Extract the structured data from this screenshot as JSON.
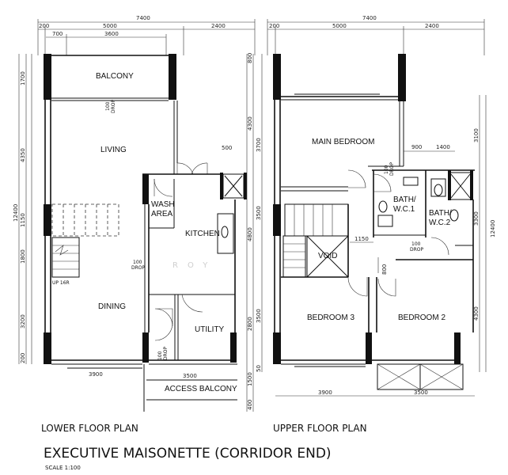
{
  "lower": {
    "rooms": {
      "balcony": "BALCONY",
      "living": "LIVING",
      "wash": "WASH",
      "area": "AREA",
      "kitchen": "KITCHEN",
      "dining": "DINING",
      "utility": "UTILITY",
      "access_balcony": "ACCESS BALCONY"
    },
    "notes": {
      "drop1": "100",
      "drop1b": "DROP",
      "drop2": "100",
      "drop2b": "DROP",
      "drop3": "100",
      "drop3b": "DROP",
      "up": "UP 16R"
    },
    "dims_top": {
      "total": "7400",
      "a": "200",
      "b": "5000",
      "c": "2400",
      "d": "700",
      "e": "3600"
    },
    "dims_left": {
      "d1": "1700",
      "d2": "4350",
      "d3": "1150",
      "d4": "1800",
      "d5": "3200",
      "d6": "200",
      "total": "12400"
    },
    "dims_mid": {
      "m1": "800",
      "m2": "4300",
      "m3": "500",
      "m4": "4800",
      "m5": "2800",
      "m6": "1500",
      "m7": "400"
    },
    "dims_bottom": {
      "b1": "3900",
      "b2": "3500"
    },
    "caption": "LOWER FLOOR PLAN"
  },
  "upper": {
    "rooms": {
      "main_bedroom": "MAIN BEDROOM",
      "bath1a": "BATH/",
      "bath1b": "W.C.1",
      "bath2a": "BATH/",
      "bath2b": "W.C.2",
      "void": "VOID",
      "bedroom3": "BEDROOM 3",
      "bedroom2": "BEDROOM 2"
    },
    "notes": {
      "drop1": "100",
      "drop1b": "DROP",
      "drop2": "100",
      "drop2b": "DROP"
    },
    "dims_top": {
      "total": "7400",
      "a": "200",
      "b": "5000",
      "c": "2400"
    },
    "dims_inner": {
      "i1": "900",
      "i2": "1400",
      "i3": "1150",
      "i4": "800"
    },
    "dims_left": {
      "d1": "3700",
      "d2": "3500",
      "d3": "3500",
      "d4": "50"
    },
    "dims_right": {
      "r1": "3100",
      "r2": "3300",
      "r3": "4300",
      "r4": "12400"
    },
    "dims_bottom": {
      "b1": "3900",
      "b2": "3500"
    },
    "caption": "UPPER FLOOR PLAN"
  },
  "title": "EXECUTIVE MAISONETTE (CORRIDOR END)",
  "scale": "SCALE 1:100",
  "watermark": "ROY"
}
